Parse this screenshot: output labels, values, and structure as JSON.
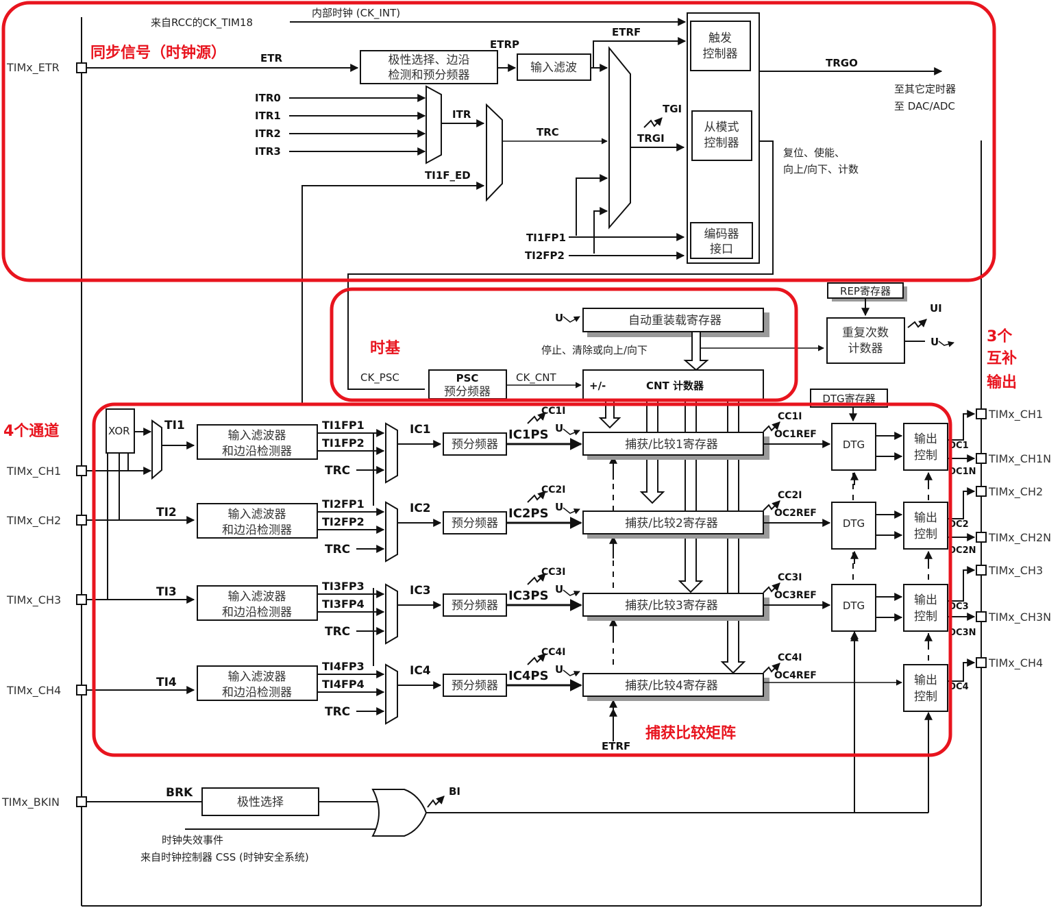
{
  "annotations": {
    "sync_signal": "同步信号（时钟源）",
    "time_base": "时基",
    "three_complementary_1": "3个",
    "three_complementary_2": "互补",
    "three_complementary_3": "输出",
    "four_channels": "4个通道",
    "capture_compare_matrix": "捕获比较矩阵"
  },
  "colors": {
    "annotation": "#e8141e",
    "lines": "#111111"
  },
  "pins": {
    "etr": "TIMx_ETR",
    "ch1": "TIMx_CH1",
    "ch2": "TIMx_CH2",
    "ch3": "TIMx_CH3",
    "ch4": "TIMx_CH4",
    "bkin": "TIMx_BKIN",
    "out_ch1": "TIMx_CH1",
    "out_ch1n": "TIMx_CH1N",
    "out_ch2": "TIMx_CH2",
    "out_ch2n": "TIMx_CH2N",
    "out_ch3": "TIMx_CH3",
    "out_ch3n": "TIMx_CH3N",
    "out_ch4": "TIMx_CH4"
  },
  "clock": {
    "rcc_source": "来自RCC的CK_TIM18",
    "internal_clock": "内部时钟 (CK_INT)",
    "etr": "ETR",
    "etrp": "ETRP",
    "etrf": "ETRF",
    "polarity_box_1": "极性选择、边沿",
    "polarity_box_2": "检测和预分频器",
    "input_filter": "输入滤波",
    "itr": [
      "ITR0",
      "ITR1",
      "ITR2",
      "ITR3"
    ],
    "itr_label": "ITR",
    "trc": "TRC",
    "ti1f_ed": "TI1F_ED",
    "tgi": "TGI",
    "trgi": "TRGI",
    "ti1fp1": "TI1FP1",
    "ti2fp2": "TI2FP2",
    "trigger_ctrl_1": "触发",
    "trigger_ctrl_2": "控制器",
    "slave_ctrl_1": "从模式",
    "slave_ctrl_2": "控制器",
    "encoder_1": "编码器",
    "encoder_2": "接口",
    "trgo": "TRGO",
    "to_timers": "至其它定时器",
    "to_dac_adc": "至 DAC/ADC",
    "reset_enable_1": "复位、使能、",
    "reset_enable_2": "向上/向下、计数"
  },
  "timebase": {
    "u": "U",
    "auto_reload": "自动重装载寄存器",
    "stop_clear": "停止、清除或向上/向下",
    "ck_psc": "CK_PSC",
    "psc_1": "PSC",
    "psc_2": "预分频器",
    "ck_cnt": "CK_CNT",
    "plus_minus": "+/-",
    "cnt": "CNT 计数器",
    "rep_register": "REP寄存器",
    "rep_counter_1": "重复次数",
    "rep_counter_2": "计数器",
    "ui": "UI",
    "u_out": "U",
    "dtg_register": "DTG寄存器"
  },
  "channels": [
    {
      "ti": "TI1",
      "fp_a": "TI1FP1",
      "fp_b": "TI1FP2",
      "trc": "TRC",
      "ic": "IC1",
      "icps": "IC1PS",
      "cci": "CC1I",
      "u": "U",
      "filter_1": "输入滤波器",
      "filter_2": "和边沿检测器",
      "prescaler": "预分频器",
      "ccr": "捕获/比较1寄存器",
      "cci_out": "CC1I",
      "ocref": "OC1REF",
      "dtg": "DTG",
      "oc_ctrl_1": "输出",
      "oc_ctrl_2": "控制",
      "oc": "OC1",
      "ocn": "OC1N"
    },
    {
      "ti": "TI2",
      "fp_a": "TI2FP1",
      "fp_b": "TI2FP2",
      "trc": "TRC",
      "ic": "IC2",
      "icps": "IC2PS",
      "cci": "CC2I",
      "u": "U",
      "filter_1": "输入滤波器",
      "filter_2": "和边沿检测器",
      "prescaler": "预分频器",
      "ccr": "捕获/比较2寄存器",
      "cci_out": "CC2I",
      "ocref": "OC2REF",
      "dtg": "DTG",
      "oc_ctrl_1": "输出",
      "oc_ctrl_2": "控制",
      "oc": "OC2",
      "ocn": "OC2N"
    },
    {
      "ti": "TI3",
      "fp_a": "TI3FP3",
      "fp_b": "TI3FP4",
      "trc": "TRC",
      "ic": "IC3",
      "icps": "IC3PS",
      "cci": "CC3I",
      "u": "U",
      "filter_1": "输入滤波器",
      "filter_2": "和边沿检测器",
      "prescaler": "预分频器",
      "ccr": "捕获/比较3寄存器",
      "cci_out": "CC3I",
      "ocref": "OC3REF",
      "dtg": "DTG",
      "oc_ctrl_1": "输出",
      "oc_ctrl_2": "控制",
      "oc": "OC3",
      "ocn": "OC3N"
    },
    {
      "ti": "TI4",
      "fp_a": "TI4FP3",
      "fp_b": "TI4FP4",
      "trc": "TRC",
      "ic": "IC4",
      "icps": "IC4PS",
      "cci": "CC4I",
      "u": "U",
      "filter_1": "输入滤波器",
      "filter_2": "和边沿检测器",
      "prescaler": "预分频器",
      "ccr": "捕获/比较4寄存器",
      "cci_out": "CC4I",
      "ocref": "OC4REF",
      "dtg": "",
      "oc_ctrl_1": "输出",
      "oc_ctrl_2": "控制",
      "oc": "OC4",
      "ocn": ""
    }
  ],
  "xor": "XOR",
  "etrf_bottom": "ETRF",
  "brake": {
    "brk": "BRK",
    "polarity": "极性选择",
    "bi": "BI",
    "clock_fail_1": "时钟失效事件",
    "clock_fail_2": "来自时钟控制器 CSS (时钟安全系统)"
  }
}
